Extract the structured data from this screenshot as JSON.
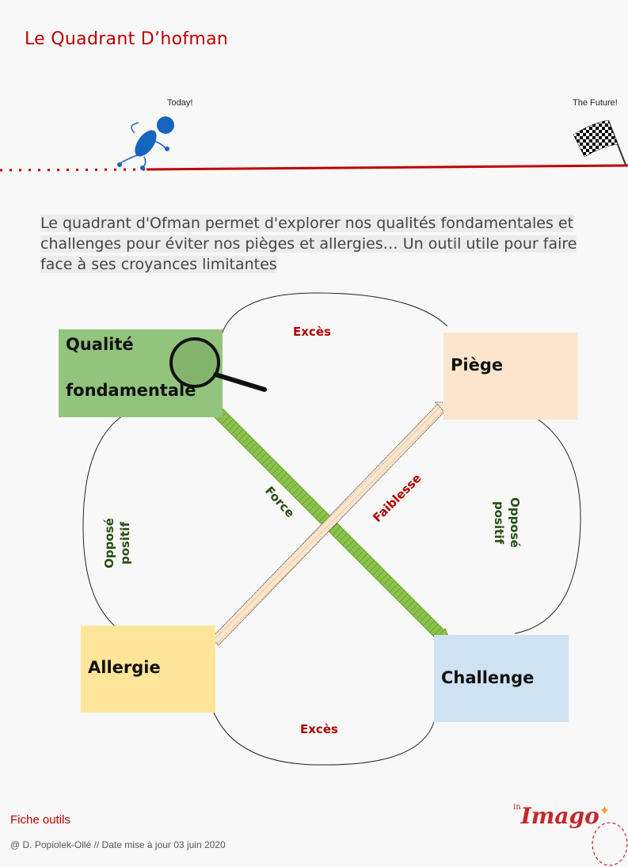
{
  "page": {
    "title": "Le Quadrant D’hofman"
  },
  "timeline": {
    "start_label": "Today!",
    "end_label": "The Future!",
    "line_color": "#c00000"
  },
  "intro_text": {
    "line1": "Le quadrant d'Ofman permet d'explorer nos qualités fondamentales et",
    "line2": "challenges pour éviter nos pièges et allergies… Un outil utile pour faire",
    "line3": "face à ses croyances limitantes"
  },
  "quadrants": {
    "qualite_line1": "Qualité",
    "qualite_line2": "fondamentale",
    "piege": "Piège",
    "allergie": "Allergie",
    "challenge": "Challenge"
  },
  "arrows": {
    "force": "Force",
    "faiblesse": "Faiblesse"
  },
  "loops": {
    "top": "Excès",
    "bottom": "Excès",
    "left_line1": "Opposé",
    "left_line2": "positif",
    "right_line1": "Opposé",
    "right_line2": "positif"
  },
  "footer": {
    "category": "Fiche outils",
    "credit": "@ D. Popiolek-Ollé // Date mise à jour 03 juin 2020"
  },
  "logo": {
    "prefix": "in",
    "name": "Imago"
  },
  "colors": {
    "accent": "#c00000",
    "qualite": "#93c47d",
    "piege": "#fce5cd",
    "allergie": "#ffe599",
    "challenge": "#cfe2f3",
    "force_arrow": "#8bc34a",
    "green_text": "#274e13"
  },
  "icons": {
    "runner": "runner-icon",
    "flag": "checkered-flag-icon",
    "magnifier": "magnifier-icon"
  }
}
